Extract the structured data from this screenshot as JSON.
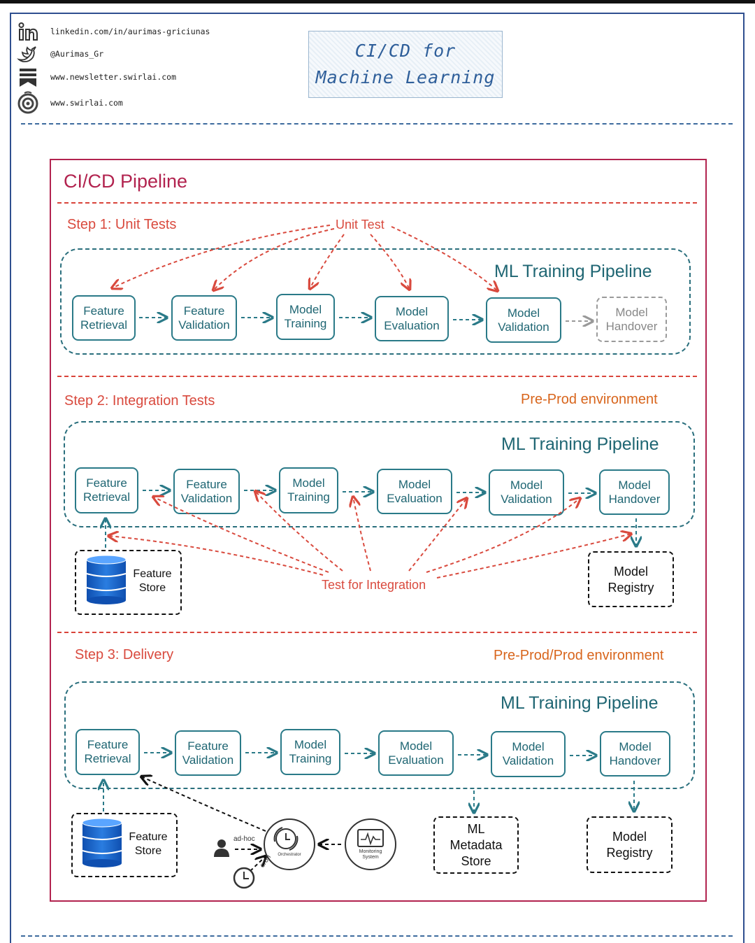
{
  "social": {
    "linkedin": "linkedin.com/in/aurimas-griciunas",
    "twitter": "@Aurimas_Gr",
    "newsletter": "www.newsletter.swirlai.com",
    "website": "www.swirlai.com"
  },
  "title": {
    "line1": "CI/CD for",
    "line2": "Machine Learning"
  },
  "pipeline_title": "CI/CD Pipeline",
  "step1": {
    "title": "Step 1: Unit Tests",
    "test_label": "Unit Test",
    "group_title": "ML Training Pipeline",
    "nodes": [
      "Feature\nRetrieval",
      "Feature\nValidation",
      "Model\nTraining",
      "Model\nEvaluation",
      "Model\nValidation",
      "Model\nHandover"
    ]
  },
  "step2": {
    "title": "Step 2: Integration Tests",
    "environment": "Pre-Prod environment",
    "group_title": "ML Training Pipeline",
    "nodes": [
      "Feature\nRetrieval",
      "Feature\nValidation",
      "Model\nTraining",
      "Model\nEvaluation",
      "Model\nValidation",
      "Model\nHandover"
    ],
    "test_label": "Test for Integration",
    "feature_store": "Feature\nStore",
    "model_registry": "Model\nRegistry"
  },
  "step3": {
    "title": "Step 3: Delivery",
    "environment": "Pre-Prod/Prod environment",
    "group_title": "ML Training Pipeline",
    "nodes": [
      "Feature\nRetrieval",
      "Feature\nValidation",
      "Model\nTraining",
      "Model\nEvaluation",
      "Model\nValidation",
      "Model\nHandover"
    ],
    "feature_store": "Feature\nStore",
    "metadata_store": "ML\nMetadata\nStore",
    "model_registry": "Model\nRegistry",
    "adhoc_label": "ad-hoc",
    "cron_label": "cron",
    "orchestrator_label": "Orchestrator",
    "monitoring_label": "Monitoring\nSystem"
  },
  "colors": {
    "teal": "#2a7a88",
    "red": "#d94a3e",
    "crimson": "#b2234f",
    "orange": "#d8651c",
    "blue": "#2f5f9a"
  }
}
